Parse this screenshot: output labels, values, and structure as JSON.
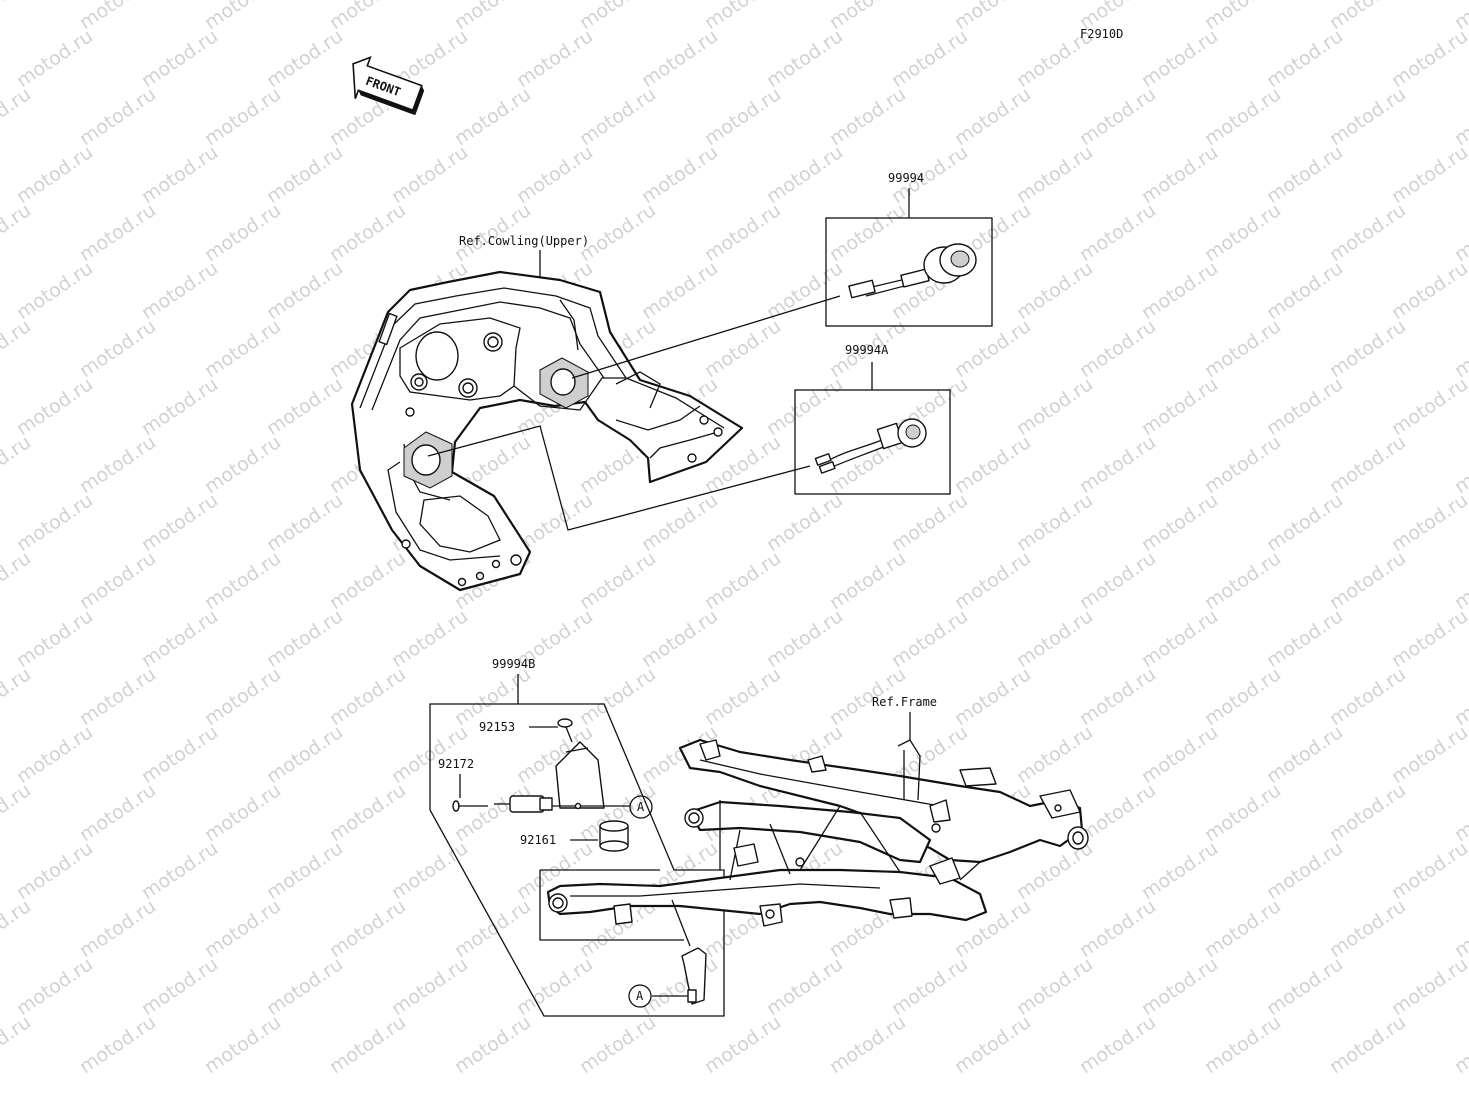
{
  "figure_code": "F2910D",
  "front_arrow_label": "FRONT",
  "watermark_text": "motod.ru",
  "callouts": {
    "p99994": "99994",
    "p99994a": "99994A",
    "p99994b": "99994B",
    "p92153": "92153",
    "p92172": "92172",
    "p92161": "92161",
    "ref_cowling": "Ref.Cowling(Upper)",
    "ref_frame": "Ref.Frame",
    "marker_a": "A"
  }
}
